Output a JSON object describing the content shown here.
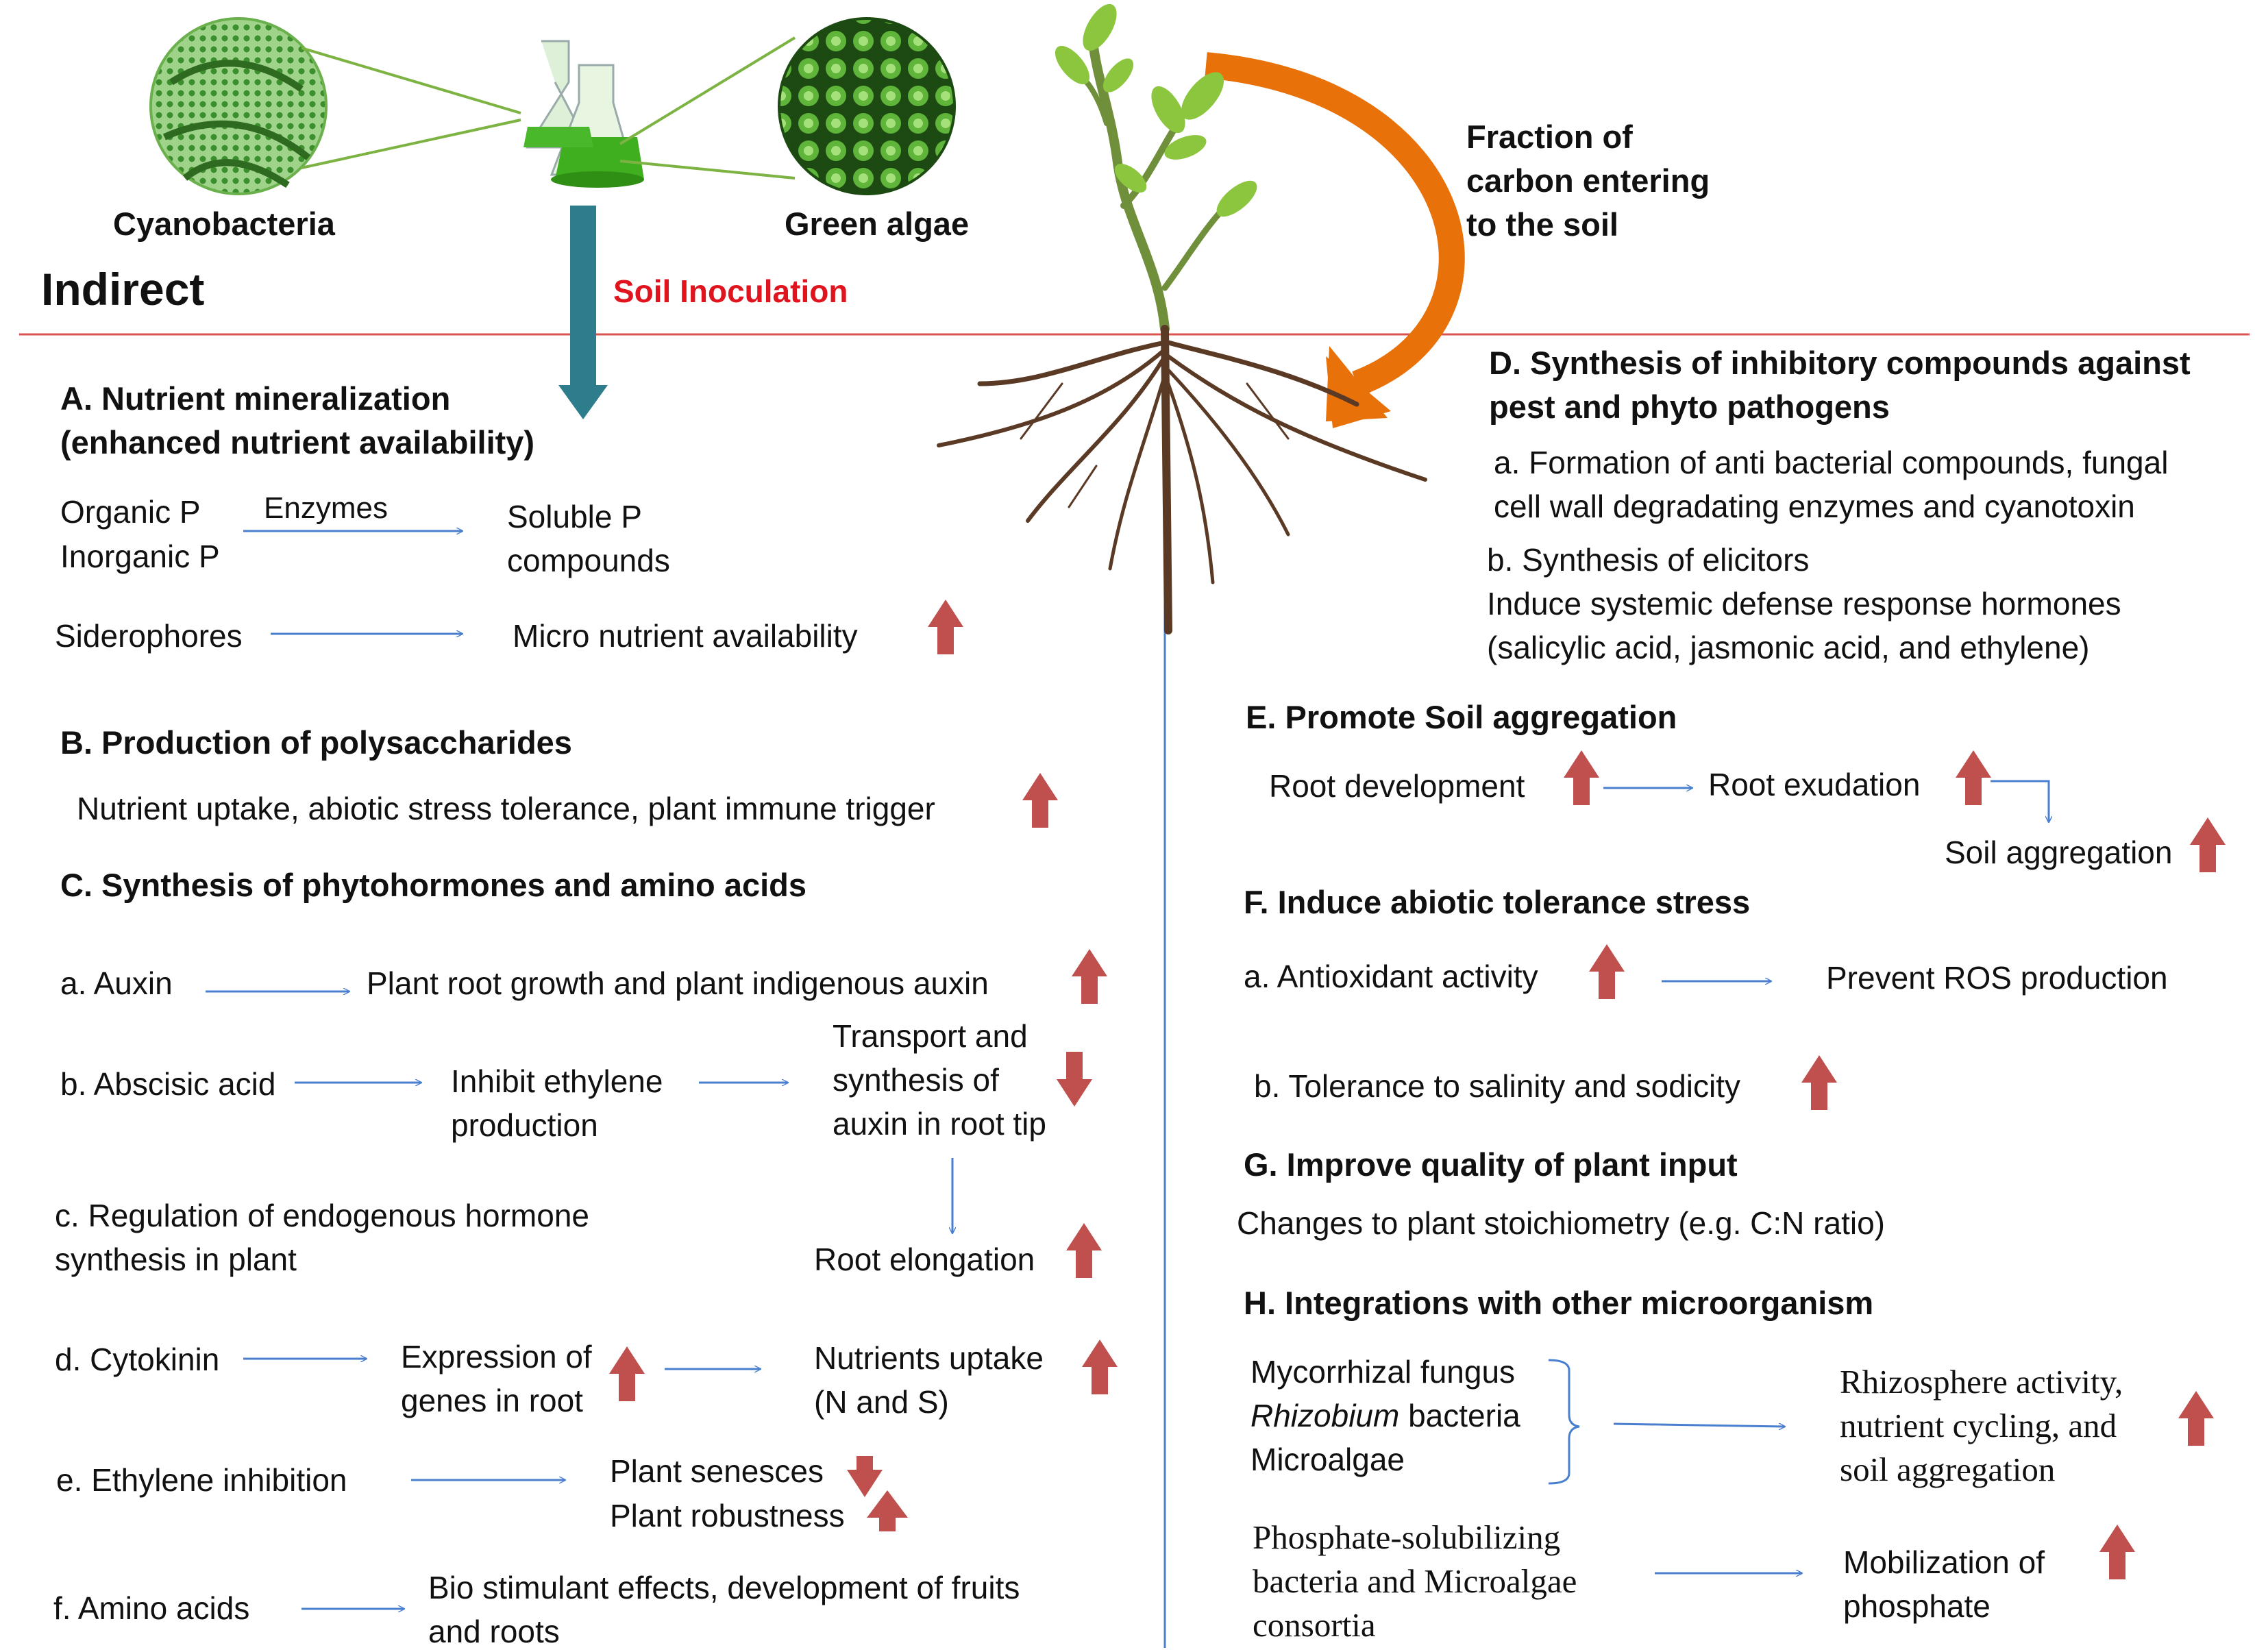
{
  "top": {
    "cyanobacteria": "Cyanobacteria",
    "green_algae": "Green algae",
    "indirect": "Indirect",
    "soil_inoculation": "Soil Inoculation",
    "carbon": [
      "Fraction of",
      "carbon entering",
      "to the soil"
    ]
  },
  "A": {
    "title": [
      "A.   Nutrient mineralization",
      "(enhanced nutrient availability)"
    ],
    "organic_p": "Organic P",
    "inorganic_p": "Inorganic P",
    "enzymes": "Enzymes",
    "soluble": [
      "Soluble P",
      "compounds"
    ],
    "siderophores": "Siderophores",
    "micro": "Micro nutrient availability"
  },
  "B": {
    "title": "B. Production of polysaccharides",
    "text": "Nutrient uptake, abiotic stress tolerance, plant immune trigger"
  },
  "C": {
    "title": "C. Synthesis of phytohormones and amino acids",
    "auxin": "a. Auxin",
    "auxin_effect": "Plant root growth and plant  indigenous auxin",
    "abscisic": "b. Abscisic acid",
    "inhibit": [
      "Inhibit ethylene",
      "production"
    ],
    "transport": [
      "Transport and",
      "synthesis of",
      "auxin in root tip"
    ],
    "regulation": [
      "c. Regulation of endogenous hormone",
      "synthesis in plant"
    ],
    "root_elong": "Root elongation",
    "cytokinin": "d. Cytokinin",
    "expression": [
      "Expression of",
      "genes in root"
    ],
    "nutrients": [
      "Nutrients uptake",
      "(N and S)"
    ],
    "ethylene": "e. Ethylene inhibition",
    "senesces": "Plant senesces",
    "robustness": "Plant robustness",
    "amino": "f. Amino acids",
    "biostim": [
      "Bio stimulant effects, development of fruits",
      "and roots"
    ]
  },
  "D": {
    "title": [
      "D. Synthesis of inhibitory compounds against",
      "pest and phyto pathogens"
    ],
    "a": [
      "a. Formation of anti bacterial compounds, fungal",
      "cell wall degradating enzymes and cyanotoxin"
    ],
    "b": [
      "b. Synthesis of elicitors",
      "Induce systemic defense response hormones",
      "(salicylic acid, jasmonic acid, and ethylene)"
    ]
  },
  "E": {
    "title": "E. Promote Soil aggregation",
    "root_dev": "Root development",
    "root_exud": "Root exudation",
    "soil_agg": "Soil aggregation"
  },
  "F": {
    "title": "F. Induce abiotic tolerance stress",
    "antiox": "a. Antioxidant activity",
    "ros": "Prevent ROS production",
    "salinity": "b. Tolerance to salinity and sodicity"
  },
  "G": {
    "title": "G. Improve quality of plant input",
    "text": "Changes to plant stoichiometry (e.g. C:N ratio)"
  },
  "H": {
    "title": "H. Integrations with other microorganism",
    "myco": "Mycorrhizal fungus",
    "rhizo_italic": "Rhizobium",
    "rhizo_rest": " bacteria",
    "micro": "Microalgae",
    "rhizo_activity": [
      "Rhizosphere activity,",
      "nutrient cycling, and",
      "soil aggregation"
    ],
    "psb": [
      "Phosphate-solubilizing",
      "bacteria and Microalgae",
      "consortia"
    ],
    "mobil": [
      "Mobilization of",
      "phosphate"
    ]
  },
  "colors": {
    "blue_arrow": "#4a7fd0",
    "red_arrow": "#c0504d",
    "teal_arrow": "#2e7d8c",
    "orange_arrow": "#e8710a",
    "divider": "#d9534f",
    "soil_label": "#e0141e"
  }
}
